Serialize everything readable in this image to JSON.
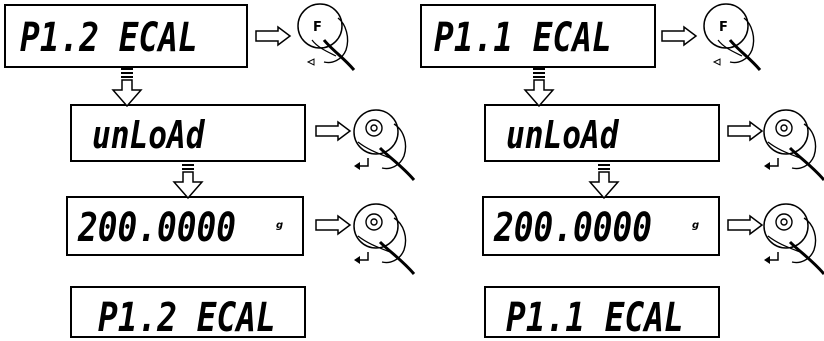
{
  "left_column": {
    "display_top": "P1.2  ECAL",
    "display_unload": "unLoAd",
    "display_weight": "200.0000",
    "weight_unit": "g",
    "display_bottom": "P1.2  ECAL",
    "f_button_label": "F"
  },
  "right_column": {
    "display_top": "P1.1   ECAL",
    "display_unload": "unLoAd",
    "display_weight": "200.0000",
    "weight_unit": "g",
    "display_bottom": "P1.1   ECAL",
    "f_button_label": "F"
  },
  "icons": [
    "right-arrow-icon",
    "hand-press-f-icon",
    "hand-press-enter-icon",
    "down-arrow-icon",
    "double-bar-down-arrow-icon"
  ]
}
